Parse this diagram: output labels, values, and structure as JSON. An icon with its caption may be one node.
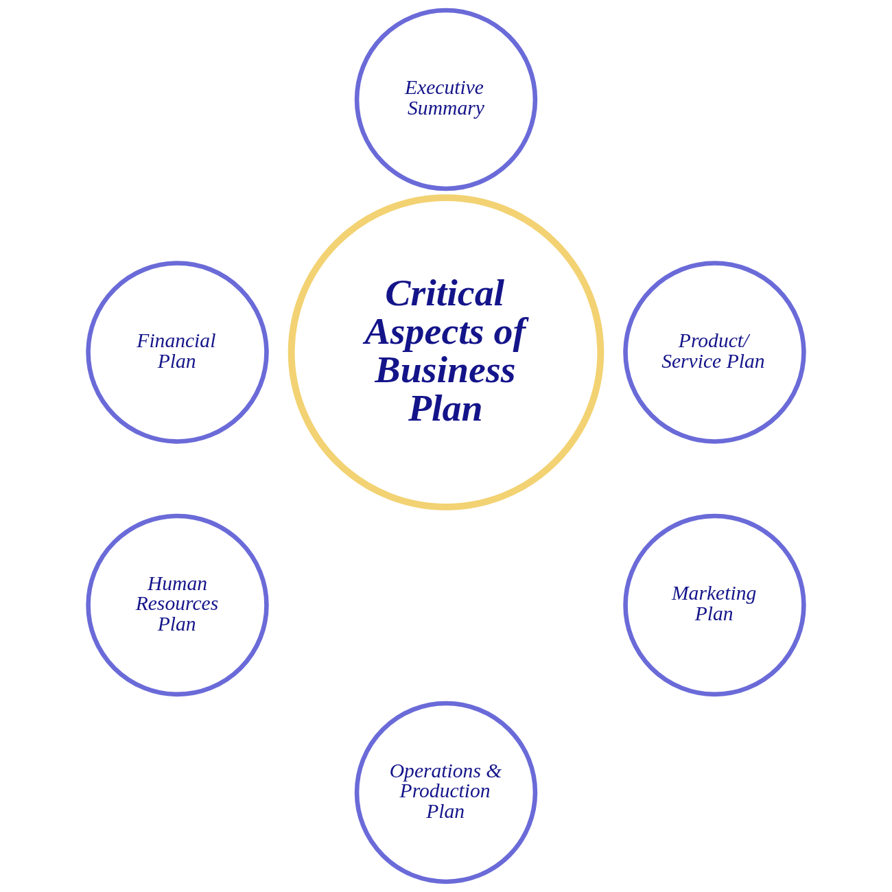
{
  "diagram": {
    "nodes": [
      {
        "text": [
          "Critical Aspects of Business Plan"
        ]
      },
      {
        "text": [
          "Executive Summary"
        ]
      },
      {
        "text": [
          "Product/ Service Plan"
        ]
      },
      {
        "text": [
          "Marketing Plan"
        ]
      },
      {
        "text": [
          "Operations & Production Plan"
        ]
      },
      {
        "text": [
          "Human Resources Plan"
        ]
      },
      {
        "text": [
          "Financial Plan"
        ]
      }
    ],
    "edges": []
  }
}
